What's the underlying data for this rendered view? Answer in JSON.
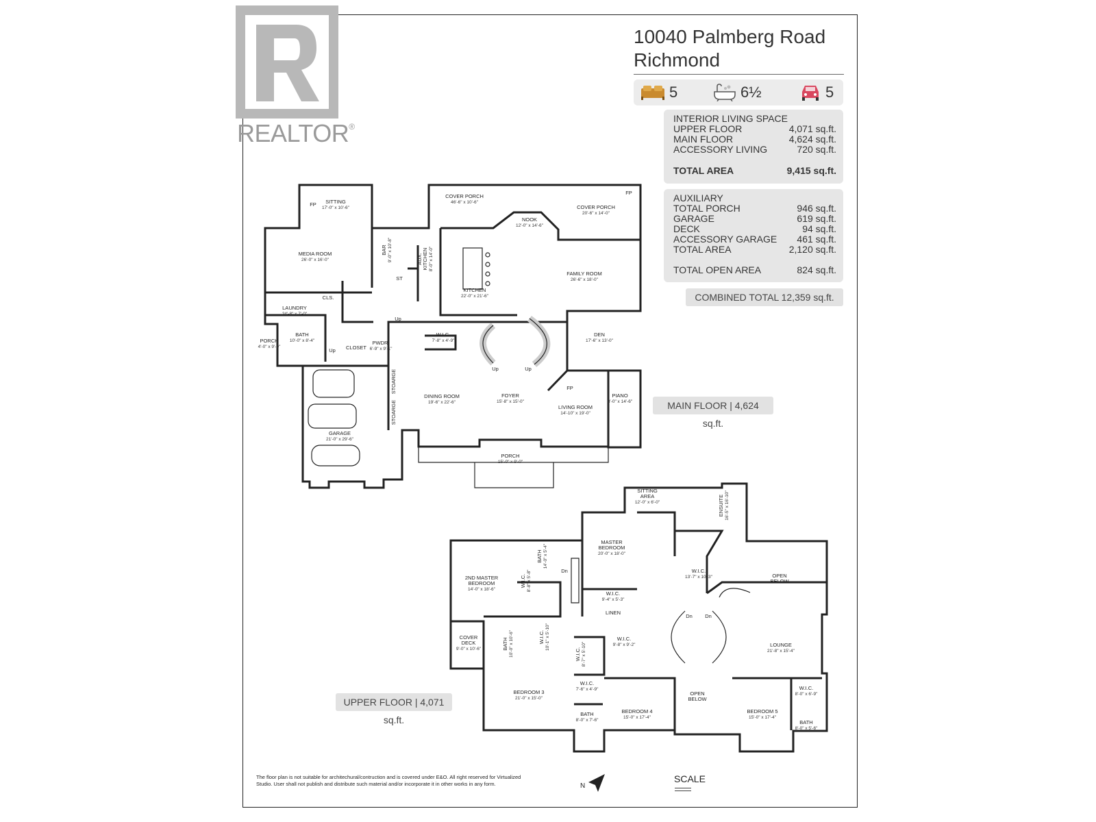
{
  "brand": {
    "name": "REALTOR",
    "mark": "®"
  },
  "address": {
    "line1": "10040 Palmberg Road",
    "line2": "Richmond"
  },
  "stats": {
    "bedrooms": "5",
    "bathrooms": "6½",
    "parking": "5"
  },
  "interior": {
    "heading": "INTERIOR LIVING SPACE",
    "rows": [
      {
        "label": "UPPER FLOOR",
        "value": "4,071 sq.ft."
      },
      {
        "label": "MAIN FLOOR",
        "value": "4,624 sq.ft."
      },
      {
        "label": "ACCESSORY LIVING",
        "value": "720 sq.ft."
      }
    ],
    "total_label": "TOTAL AREA",
    "total_value": "9,415 sq.ft."
  },
  "auxiliary": {
    "heading": "AUXILIARY",
    "rows": [
      {
        "label": "TOTAL PORCH",
        "value": "946 sq.ft."
      },
      {
        "label": "GARAGE",
        "value": "619 sq.ft."
      },
      {
        "label": "DECK",
        "value": "94 sq.ft."
      },
      {
        "label": "ACCESSORY GARAGE",
        "value": "461 sq.ft."
      },
      {
        "label": "TOTAL AREA",
        "value": "2,120 sq.ft."
      }
    ],
    "open_label": "TOTAL OPEN AREA",
    "open_value": "824 sq.ft."
  },
  "combined": "COMBINED TOTAL 12,359 sq.ft.",
  "main_floor_label": "MAIN FLOOR | 4,624 sq.ft.",
  "upper_floor_label": "UPPER FLOOR | 4,071 sq.ft.",
  "main_rooms": [
    {
      "name": "SITTING",
      "dim": "17'-0\" x 10'-6\""
    },
    {
      "name": "COVER PORCH",
      "dim": "46'-6\" x 10'-6\""
    },
    {
      "name": "NOOK",
      "dim": "12'-0\" x 14'-6\""
    },
    {
      "name": "COVER PORCH",
      "dim": "20'-6\" x 14'-0\""
    },
    {
      "name": "MEDIA ROOM",
      "dim": "26'-0\" x 16'-0\""
    },
    {
      "name": "BAR",
      "dim": "9'-0\" x 10'-8\""
    },
    {
      "name": "AUX. KITCHEN",
      "dim": "8'-0\" x 14'-0\""
    },
    {
      "name": "KITCHEN",
      "dim": "22'-0\" x 21'-6\""
    },
    {
      "name": "FAMILY ROOM",
      "dim": "26'-6\" x 18'-0\""
    },
    {
      "name": "LAUNDRY",
      "dim": "24'-8\" x 7'-0\""
    },
    {
      "name": "BATH",
      "dim": "10'-0\" x 8'-4\""
    },
    {
      "name": "PORCH",
      "dim": "4'-0\" x 9'-0\""
    },
    {
      "name": "W.I.C.",
      "dim": "7'-8\" x 4'-9\""
    },
    {
      "name": "PWDR.",
      "dim": "6'-9\" x 9'-1\""
    },
    {
      "name": "DEN",
      "dim": "17'-6\" x 13'-0\""
    },
    {
      "name": "DINING ROOM",
      "dim": "19'-6\" x 22'-6\""
    },
    {
      "name": "FOYER",
      "dim": "15'-8\" x 15'-0\""
    },
    {
      "name": "LIVING ROOM",
      "dim": "14'-10\" x 19'-0\""
    },
    {
      "name": "PIANO",
      "dim": "8'-0\" x 14'-6\""
    },
    {
      "name": "GARAGE",
      "dim": "21'-0\" x 29'-6\""
    },
    {
      "name": "PORCH",
      "dim": "15'-0\" x 9'-0\""
    }
  ],
  "main_labels": [
    "FP",
    "FP",
    "FP",
    "CLS.",
    "ST",
    "CLOSET",
    "STOARGE",
    "STOARGE",
    "Up",
    "Up",
    "Up",
    "Up"
  ],
  "upper_rooms": [
    {
      "name": "SITTING AREA",
      "dim": "12'-0\" x 6'-0\""
    },
    {
      "name": "ENSUITE",
      "dim": "16'-5\" x 16'-10\""
    },
    {
      "name": "MASTER BEDROOM",
      "dim": "20'-0\" x 18'-0\""
    },
    {
      "name": "2ND MASTER BEDROOM",
      "dim": "14'-0\" x 18'-6\""
    },
    {
      "name": "BATH",
      "dim": "14'-0\" x 5'-4\""
    },
    {
      "name": "W.I.C.",
      "dim": "8'-8\" x 5'-8\""
    },
    {
      "name": "W.I.C.",
      "dim": "13'-7\" x 10'-3\""
    },
    {
      "name": "OPEN BELOW",
      "dim": ""
    },
    {
      "name": "W.I.C.",
      "dim": "9'-4\" x 5'-3\""
    },
    {
      "name": "LINEN",
      "dim": ""
    },
    {
      "name": "COVER DECK",
      "dim": "9'-0\" x 10'-6\""
    },
    {
      "name": "BATH",
      "dim": "10'-0\" x 10'-6\""
    },
    {
      "name": "W.I.C.",
      "dim": "10'-1\" x 5'-10\""
    },
    {
      "name": "W.I.C.",
      "dim": "8'-7\" x 5'-10\""
    },
    {
      "name": "W.I.C.",
      "dim": "9'-8\" x 9'-2\""
    },
    {
      "name": "LOUNGE",
      "dim": "21'-8\" x 15'-4\""
    },
    {
      "name": "BEDROOM 3",
      "dim": "21'-0\" x 15'-0\""
    },
    {
      "name": "W.I.C.",
      "dim": "7'-6\" x 4'-9\""
    },
    {
      "name": "BATH",
      "dim": "8'-0\" x 7'-6\""
    },
    {
      "name": "BEDROOM 4",
      "dim": "15'-0\" x 17'-4\""
    },
    {
      "name": "OPEN BELOW",
      "dim": ""
    },
    {
      "name": "BEDROOM 5",
      "dim": "15'-0\" x 17'-4\""
    },
    {
      "name": "W.I.C.",
      "dim": "8'-0\" x 6'-9\""
    },
    {
      "name": "BATH",
      "dim": "8'-0\" x 5'-6\""
    }
  ],
  "upper_labels": [
    "Dn",
    "Dn",
    "Dn"
  ],
  "disclaimer": "The floor plan is not suitable for architechural/contruction and is covered under E&O. All right reserved for Virtualized Studio. User shall not publish and distribute such material and/or incorporate it in other works in any form.",
  "scale_label": "SCALE",
  "north_label": "N"
}
